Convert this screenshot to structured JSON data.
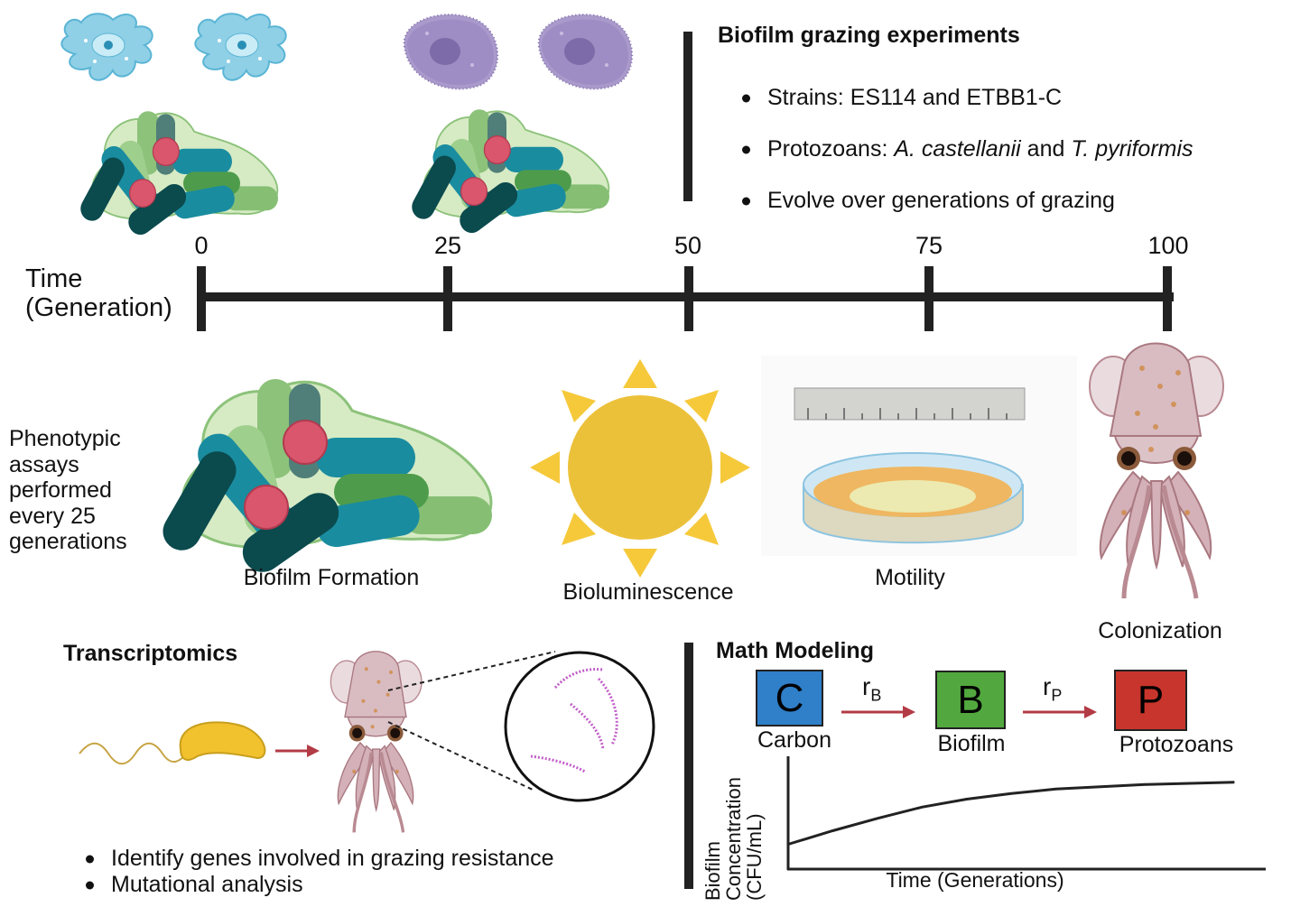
{
  "experiments": {
    "title": "Biofilm grazing experiments",
    "bullets": [
      {
        "text": "Strains: ES114 and ETBB1-C"
      },
      {
        "prefix": "Protozoans: ",
        "italic1": "A. castellanii",
        "middle": " and ",
        "italic2": "T. pyriformis"
      },
      {
        "text": "Evolve over generations of grazing"
      }
    ]
  },
  "timeline": {
    "label_line1": "Time",
    "label_line2": "(Generation)",
    "ticks": [
      "0",
      "25",
      "50",
      "75",
      "100"
    ]
  },
  "phenotypic": {
    "description": [
      "Phenotypic",
      "assays",
      "performed",
      "every 25",
      "generations"
    ],
    "assays": [
      "Biofilm Formation",
      "Bioluminescence",
      "Motility",
      "Colonization"
    ]
  },
  "transcriptomics": {
    "title": "Transcriptomics",
    "bullets": [
      "Identify genes involved in grazing resistance",
      "Mutational analysis"
    ]
  },
  "math_modeling": {
    "title": "Math Modeling",
    "nodes": [
      {
        "letter": "C",
        "label": "Carbon",
        "color": "#2f7fc9"
      },
      {
        "letter": "B",
        "label": "Biofilm",
        "color": "#52a83e"
      },
      {
        "letter": "P",
        "label": "Protozoans",
        "color": "#c8352c"
      }
    ],
    "rates": [
      {
        "r": "r",
        "sub": "B"
      },
      {
        "r": "r",
        "sub": "P"
      }
    ]
  },
  "chart_data": {
    "type": "line",
    "title": "",
    "xlabel": "Time (Generations)",
    "ylabel_lines": [
      "Biofilm",
      "Concentration",
      "(CFU/mL)"
    ],
    "x": [
      0,
      0.1,
      0.2,
      0.3,
      0.4,
      0.5,
      0.6,
      0.7,
      0.8,
      0.9,
      1.0
    ],
    "y": [
      0.22,
      0.34,
      0.45,
      0.55,
      0.62,
      0.67,
      0.71,
      0.73,
      0.75,
      0.76,
      0.77
    ],
    "xlim": [
      0,
      1.07
    ],
    "ylim": [
      0,
      1
    ],
    "grid": false,
    "line_color": "#222222"
  }
}
